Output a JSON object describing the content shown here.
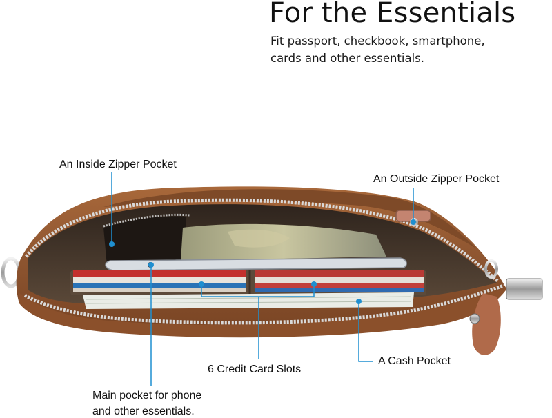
{
  "header": {
    "title": "For the Essentials",
    "subtitle_line1": "Fit passport, checkbook, smartphone,",
    "subtitle_line2": "cards and other essentials."
  },
  "callouts": {
    "inside_zipper": "An Inside Zipper Pocket",
    "outside_zipper": "An Outside Zipper Pocket",
    "card_slots": "6 Credit Card Slots",
    "cash_pocket": "A Cash Pocket",
    "main_pocket_line1": "Main pocket for phone",
    "main_pocket_line2": "and other essentials."
  },
  "colors": {
    "leather": "#9a5f34",
    "leather_dark": "#6b3e1f",
    "lining": "#4a3a2e",
    "callout": "#1f8fd0"
  }
}
